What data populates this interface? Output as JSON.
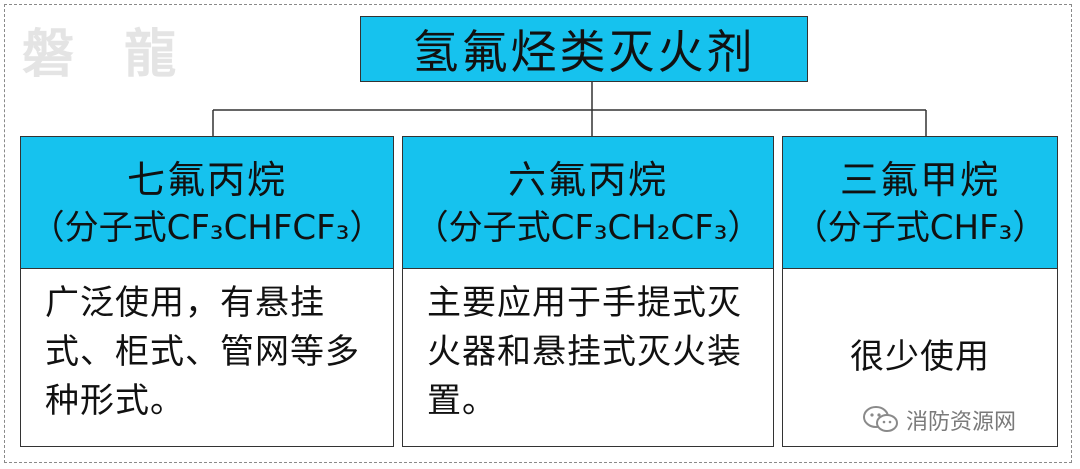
{
  "watermark": "磐 龍",
  "title": "氢氟烃类灭火剂",
  "columns": [
    {
      "name": "七氟丙烷",
      "formula": "（分子式CF₃CHFCF₃）",
      "description": "广泛使用，有悬挂式、柜式、管网等多种形式。"
    },
    {
      "name": "六氟丙烷",
      "formula": "（分子式CF₃CH₂CF₃）",
      "description": "主要应用于手提式灭火器和悬挂式灭火装置。"
    },
    {
      "name": "三氟甲烷",
      "formula": "（分子式CHF₃）",
      "description": "很少使用"
    }
  ],
  "source_logo": {
    "icon": "wechat-icon",
    "text": "消防资源网"
  },
  "colors": {
    "header_fill": "#16c2ee",
    "border": "#333333"
  }
}
